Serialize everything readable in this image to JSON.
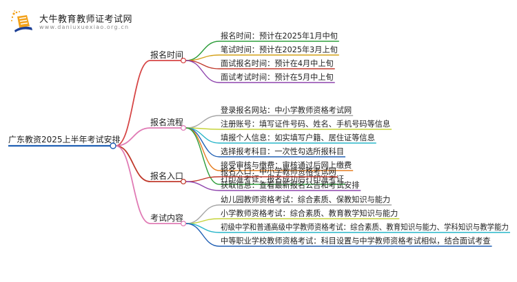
{
  "header": {
    "brand": "大牛教育教师证考试网",
    "url": "www.daniuxuexiao.org.cn"
  },
  "mindmap": {
    "root": "广东教资2025上半年考试安排",
    "branches": [
      {
        "label": "报名时间",
        "color": "#d64545",
        "leaves": [
          {
            "text": "报名时间：预计在2025年1月中旬",
            "color": "#2e9d3b"
          },
          {
            "text": "笔试时间：预计在2025年3月上旬",
            "color": "#d4a017"
          },
          {
            "text": "面试报名时间：预计在4月中上旬",
            "color": "#c0392b"
          },
          {
            "text": "面试考试时间：预计在5月中上旬",
            "color": "#8e44ad"
          }
        ]
      },
      {
        "label": "报名流程",
        "color": "#e07bb5",
        "leaves": [
          {
            "text": "登录报名网站：中小学教师资格考试网",
            "color": "#a6a6a6"
          },
          {
            "text": "注册账号：填写证件号码、姓名、手机号码等信息",
            "color": "#c6d43a"
          },
          {
            "text": "填报个人信息：如实填写户籍、居住证等信息",
            "color": "#26b5c9"
          },
          {
            "text": "选择报考科目：一次性勾选所报科目",
            "color": "#1f5fb4"
          },
          {
            "text": "接受审核与缴费：审核通过后网上缴费",
            "color": "#e67e22"
          },
          {
            "text": "打印准考证：报名成功后打印准考证",
            "color": "#2e9d3b"
          }
        ]
      },
      {
        "label": "报名入口",
        "color": "#c0392b",
        "leaves": [
          {
            "text": "报名入口：中小学教师资格考试网",
            "color": "#c0392b"
          },
          {
            "text": "获取信息：查看最新报名公告和考试安排",
            "color": "#8e44ad"
          }
        ]
      },
      {
        "label": "考试内容",
        "color": "#e07bb5",
        "leaves": [
          {
            "text": "幼儿园教师资格考试：综合素质、保教知识与能力",
            "color": "#a6a6a6"
          },
          {
            "text": "小学教师资格考试：综合素质、教育教学知识与能力",
            "color": "#c6d43a"
          },
          {
            "text": "初级中学和普通高级中学教师资格考试：综合素质、教育知识与能力、学科知识与教学能力",
            "color": "#26b5c9"
          },
          {
            "text": "中等职业学校教师资格考试：科目设置与中学教师资格考试相似，结合面试考查",
            "color": "#1f5fb4"
          }
        ]
      }
    ]
  }
}
